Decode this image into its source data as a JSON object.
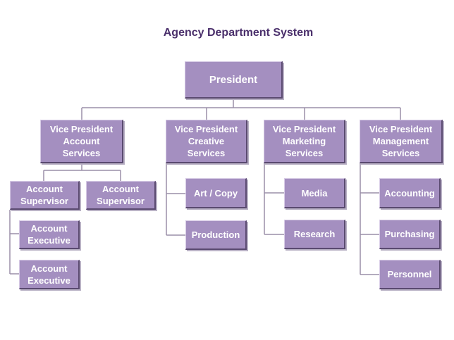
{
  "title": "Agency Department System",
  "nodes": {
    "president": "President",
    "vp_account": "Vice President\nAccount\nServices",
    "vp_creative": "Vice President\nCreative\nServices",
    "vp_marketing": "Vice President\nMarketing\nServices",
    "vp_management": "Vice President\nManagement\nServices",
    "account_supervisor_1": "Account\nSupervisor",
    "account_supervisor_2": "Account\nSupervisor",
    "account_executive_1": "Account\nExecutive",
    "account_executive_2": "Account\nExecutive",
    "art_copy": "Art / Copy",
    "production": "Production",
    "media": "Media",
    "research": "Research",
    "accounting": "Accounting",
    "purchasing": "Purchasing",
    "personnel": "Personnel"
  },
  "colors": {
    "box_fill": "#a48fc0",
    "box_text": "#ffffff",
    "title_text": "#4a2f6b",
    "connector": "#9a8fa8"
  }
}
